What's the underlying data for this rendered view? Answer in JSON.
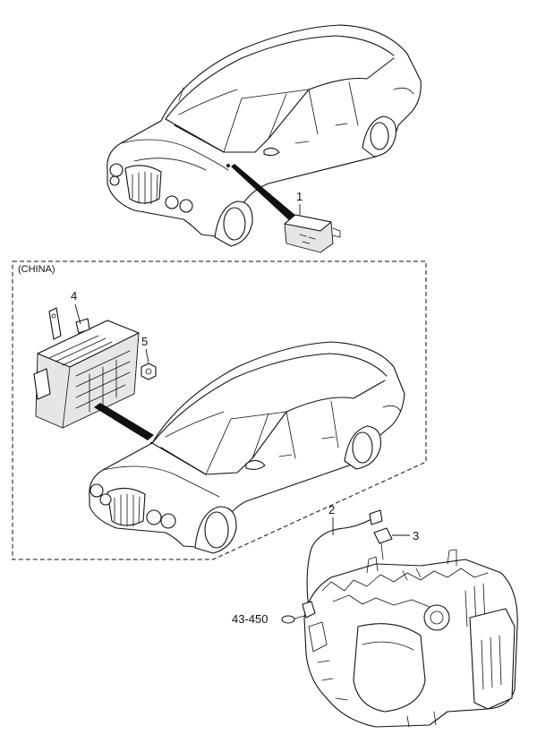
{
  "region_label": "(CHINA)",
  "callouts": {
    "c1": "1",
    "c2": "2",
    "c3": "3",
    "c4": "4",
    "c5": "5",
    "ref": "43-450"
  }
}
